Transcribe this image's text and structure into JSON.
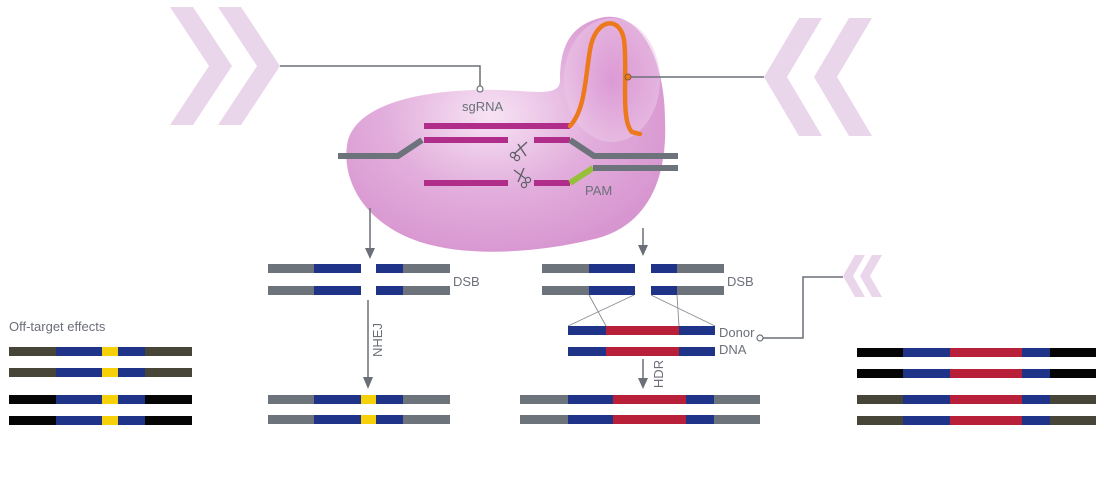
{
  "colors": {
    "chevron": "#ead6ea",
    "cas9_body": "#dd9fd6",
    "cas9_light": "#f4dcf1",
    "sgrna": "#b02e8a",
    "tracr": "#ec7a1c",
    "dna_gray": "#6c737b",
    "gene_blue": "#1f3488",
    "donor_red": "#b8203a",
    "indel_yellow": "#f6d10a",
    "pam_green": "#96c03a",
    "line": "#6b6f78",
    "dark_olive": "#474538",
    "black": "#050505"
  },
  "labels": {
    "sgrna": "sgRNA",
    "pam": "PAM",
    "dsb_left": "DSB",
    "dsb_right": "DSB",
    "nhej": "NHEJ",
    "hdr": "HDR",
    "donor_line1": "Donor",
    "donor_line2": "DNA",
    "off_target": "Off-target effects"
  },
  "icons": {
    "scissors_top": "scissors-icon",
    "scissors_bottom": "scissors-icon"
  }
}
